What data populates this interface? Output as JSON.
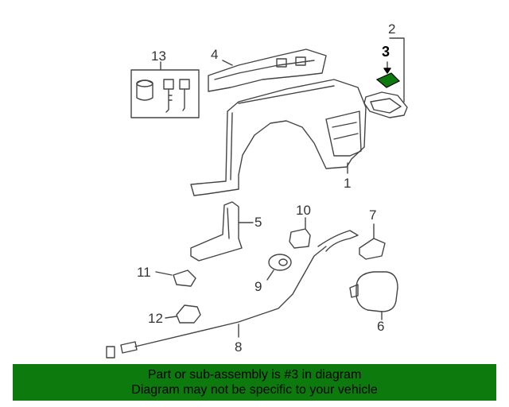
{
  "diagram": {
    "callouts": [
      "1",
      "2",
      "3",
      "4",
      "5",
      "6",
      "7",
      "8",
      "9",
      "10",
      "11",
      "12",
      "13"
    ],
    "highlighted_part": "3",
    "colors": {
      "line": "#444444",
      "highlight": "#0d7a0d",
      "banner_bg": "#0d7a0d",
      "banner_text": "#000000"
    }
  },
  "banner": {
    "line1": "Part or sub-assembly is #3 in diagram",
    "line2": "Diagram may not be specific to your vehicle"
  }
}
